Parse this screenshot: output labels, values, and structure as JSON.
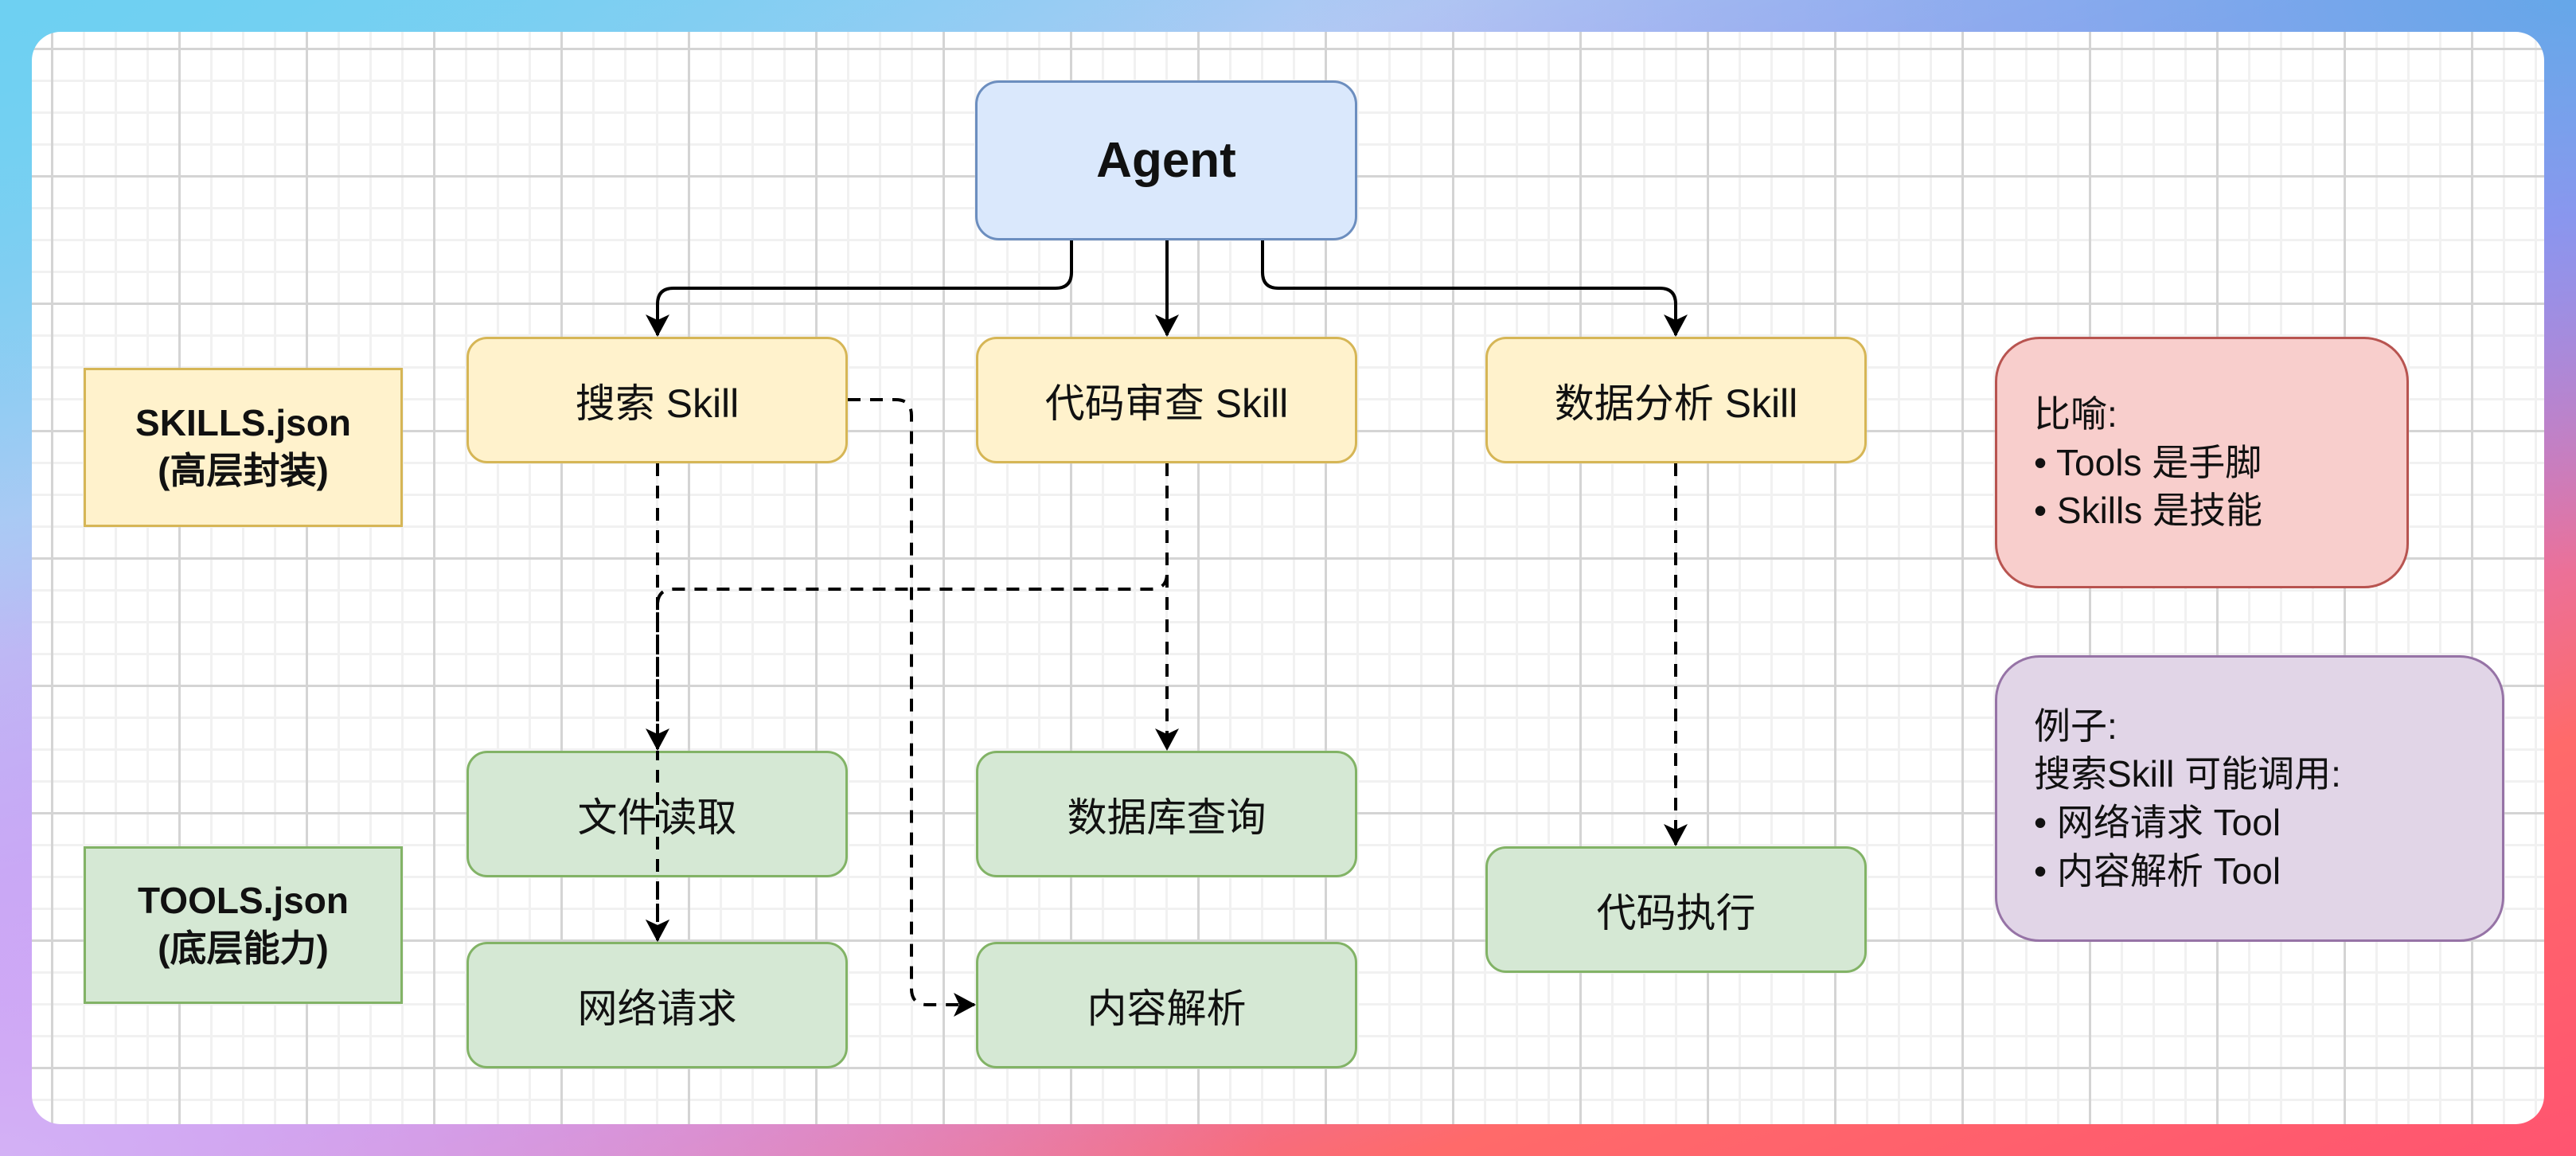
{
  "diagram": {
    "agent": {
      "label": "Agent"
    },
    "skills_legend": {
      "line1": "SKILLS.json",
      "line2": "(高层封装)"
    },
    "tools_legend": {
      "line1": "TOOLS.json",
      "line2": "(底层能力)"
    },
    "skills": [
      {
        "id": "search",
        "label": "搜索 Skill"
      },
      {
        "id": "code_review",
        "label": "代码审查 Skill"
      },
      {
        "id": "data_analysis",
        "label": "数据分析 Skill"
      }
    ],
    "tools": [
      {
        "id": "file_read",
        "label": "文件读取"
      },
      {
        "id": "db_query",
        "label": "数据库查询"
      },
      {
        "id": "network_request",
        "label": "网络请求"
      },
      {
        "id": "content_parse",
        "label": "内容解析"
      },
      {
        "id": "code_exec",
        "label": "代码执行"
      }
    ],
    "edges": [
      {
        "from": "agent",
        "to": "search",
        "style": "solid"
      },
      {
        "from": "agent",
        "to": "code_review",
        "style": "solid"
      },
      {
        "from": "agent",
        "to": "data_analysis",
        "style": "solid"
      },
      {
        "from": "search",
        "to": "network_request",
        "style": "dashed"
      },
      {
        "from": "search",
        "to": "content_parse",
        "style": "dashed"
      },
      {
        "from": "code_review",
        "to": "file_read",
        "style": "dashed"
      },
      {
        "from": "code_review",
        "to": "db_query",
        "style": "dashed"
      },
      {
        "from": "data_analysis",
        "to": "code_exec",
        "style": "dashed"
      }
    ],
    "metaphor_note": {
      "lines": [
        "比喻:",
        "• Tools 是手脚",
        "• Skills 是技能"
      ]
    },
    "example_note": {
      "lines": [
        "例子:",
        "搜索Skill 可能调用:",
        "• 网络请求 Tool",
        "• 内容解析 Tool"
      ]
    },
    "colors": {
      "agent_fill": "#dae8fc",
      "agent_stroke": "#6c8ebf",
      "skill_fill": "#fff2cc",
      "skill_stroke": "#d6b656",
      "tool_fill": "#d5e8d4",
      "tool_stroke": "#82b366",
      "metaphor_fill": "#f8cecc",
      "metaphor_stroke": "#b85450",
      "example_fill": "#e1d5e7",
      "example_stroke": "#9673a6"
    }
  }
}
